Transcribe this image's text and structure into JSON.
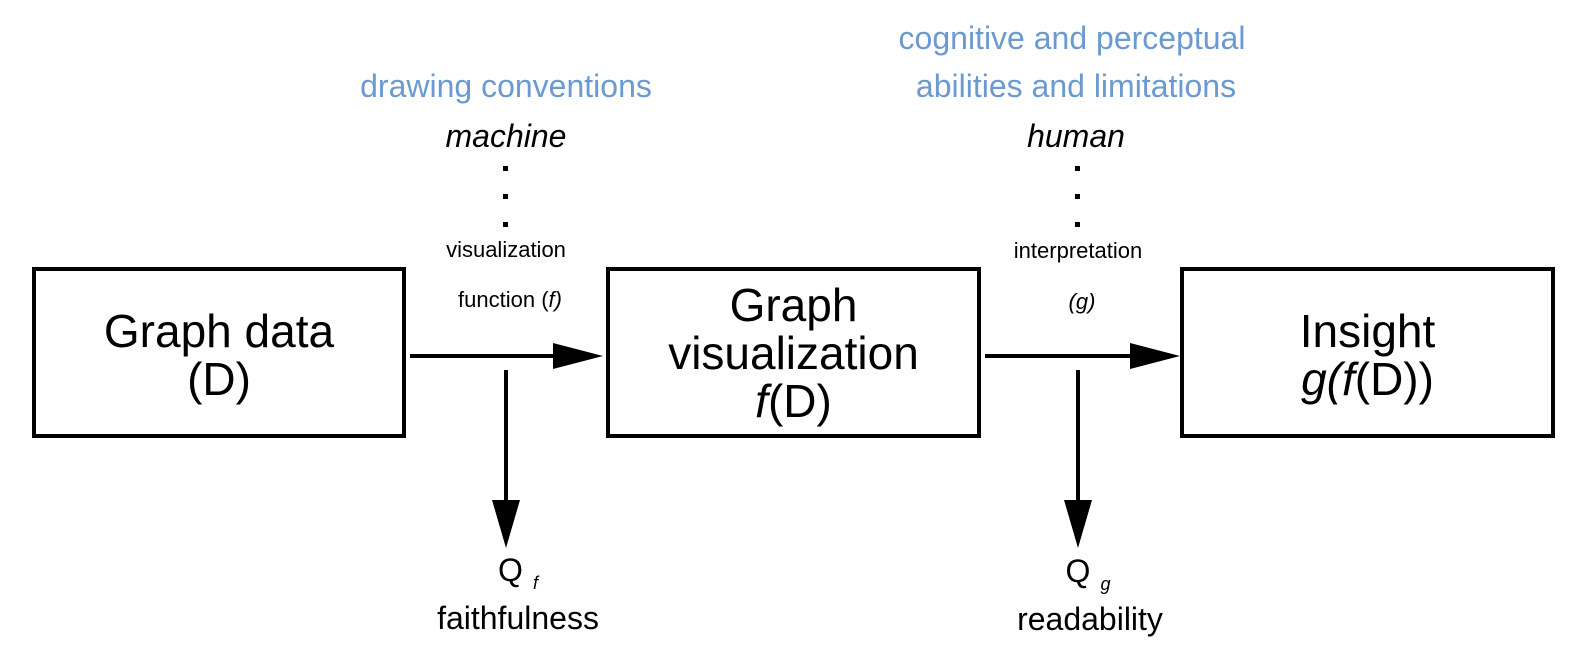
{
  "top_notes": {
    "drawing_conventions": "drawing conventions",
    "cognitive_line1": "cognitive and perceptual",
    "cognitive_line2": "abilities and limitations"
  },
  "agents": {
    "machine": "machine",
    "human": "human"
  },
  "arrow_labels": {
    "visualization_line1": "visualization",
    "visualization_line2": "function (",
    "visualization_var": "f",
    "visualization_close": ")",
    "interpretation_line1": "interpretation",
    "interpretation_open": "(",
    "interpretation_var": "g",
    "interpretation_close": ")"
  },
  "boxes": {
    "graph_data_line1": "Graph data",
    "graph_data_line2": "(D)",
    "graph_vis_line1": "Graph",
    "graph_vis_line2": "visualization",
    "graph_vis_fn": "f",
    "graph_vis_arg": "(D)",
    "insight_line1": "Insight",
    "insight_g": "g(",
    "insight_f": "f",
    "insight_rest": "(D))"
  },
  "quality": {
    "qf_symbol": "Q",
    "qf_sub": "f",
    "qf_name": "faithfulness",
    "qg_symbol": "Q",
    "qg_sub": "g",
    "qg_name": "readability"
  },
  "colors": {
    "note_blue": "#6a9ad0",
    "stroke": "#000000"
  }
}
